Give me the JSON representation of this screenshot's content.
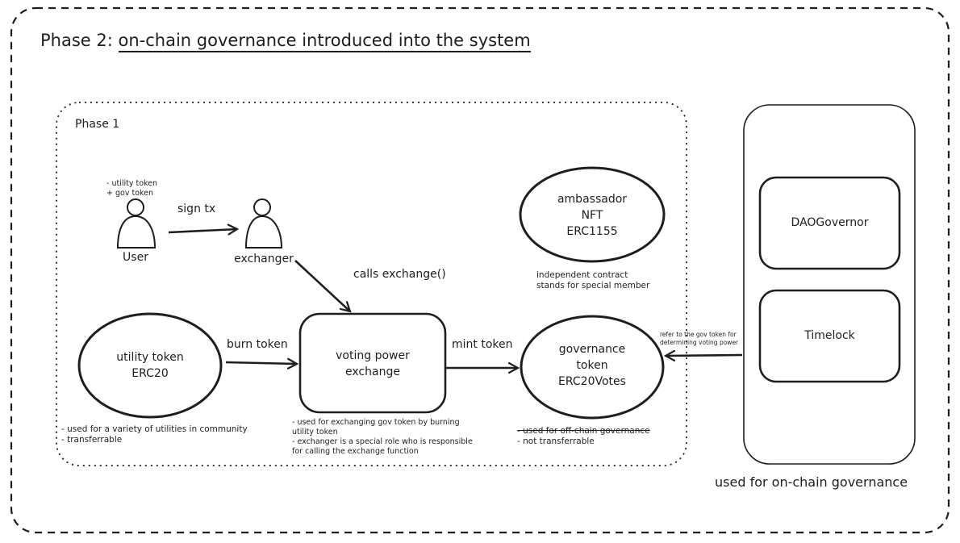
{
  "title": {
    "prefix": "Phase 2:",
    "main": "on-chain governance introduced into the system"
  },
  "phase1": {
    "label": "Phase 1"
  },
  "user": {
    "label": "User",
    "note_line1": "- utility token",
    "note_line2": "+ gov token"
  },
  "exchanger": {
    "label": "exchanger"
  },
  "edges": {
    "sign_tx": "sign tx",
    "calls_exchange": "calls exchange()",
    "burn_token": "burn token",
    "mint_token": "mint token",
    "refer_line1": "refer to the gov token for",
    "refer_line2": "determining voting power"
  },
  "ambassador": {
    "line1": "ambassador",
    "line2": "NFT",
    "line3": "ERC1155",
    "note_line1": "independent contract",
    "note_line2": "stands for special member"
  },
  "utility_token": {
    "line1": "utility token",
    "line2": "ERC20",
    "note_line1": "- used for a variety of utilities in community",
    "note_line2": "- transferrable"
  },
  "voting_power": {
    "line1": "voting power",
    "line2": "exchange",
    "note_line1": "- used for exchanging gov token by burning",
    "note_line2": "utility token",
    "note_line3": "- exchanger is a special role who is responsible",
    "note_line4": "for calling the exchange function"
  },
  "governance_token": {
    "line1": "governance",
    "line2": "token",
    "line3": "ERC20Votes",
    "note_line1": "- used for off-chain governance",
    "note_line2": "- not transferrable"
  },
  "onchain": {
    "dao_governor": "DAOGovernor",
    "timelock": "Timelock",
    "caption": "used for on-chain governance"
  }
}
